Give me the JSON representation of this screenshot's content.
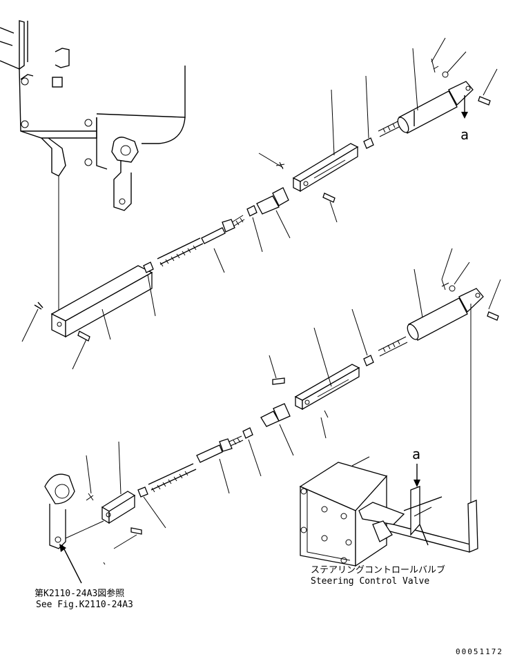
{
  "callouts": {
    "ref_ja": "第K2110-24A3図参照",
    "ref_en": "See Fig.K2110-24A3",
    "valve_ja": "ステアリングコントロールバルブ",
    "valve_en": "Steering Control Valve",
    "arrow_label": "a",
    "drawing_number": "00051172"
  },
  "icons": {
    "leader_line": "leader-line",
    "arrow": "down-arrow"
  }
}
